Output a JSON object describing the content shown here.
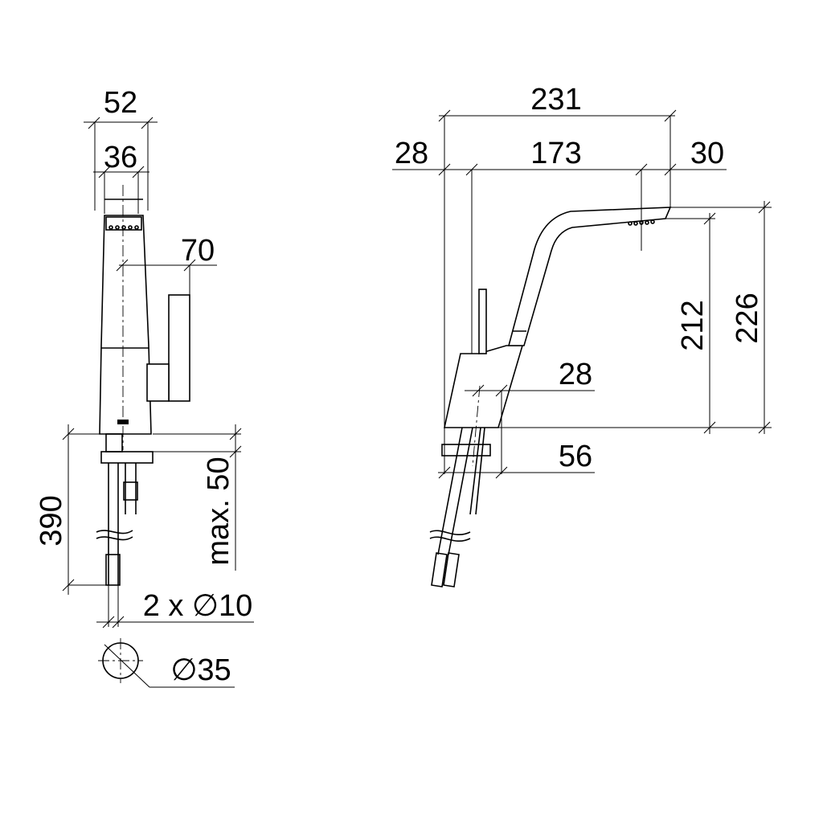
{
  "front_view": {
    "dim_width_outer": "52",
    "dim_width_inner": "36",
    "dim_lever": "70",
    "dim_hose_length": "390",
    "dim_max_thickness": "max. 50",
    "dim_hose_diameter": "2 x ∅10",
    "dim_hole_diameter": "∅35"
  },
  "side_view": {
    "dim_total_length": "231",
    "dim_rear": "28",
    "dim_reach": "173",
    "dim_spout_tip": "30",
    "dim_spout_height": "212",
    "dim_total_height": "226",
    "dim_base_depth_a": "28",
    "dim_base_depth_b": "56"
  }
}
